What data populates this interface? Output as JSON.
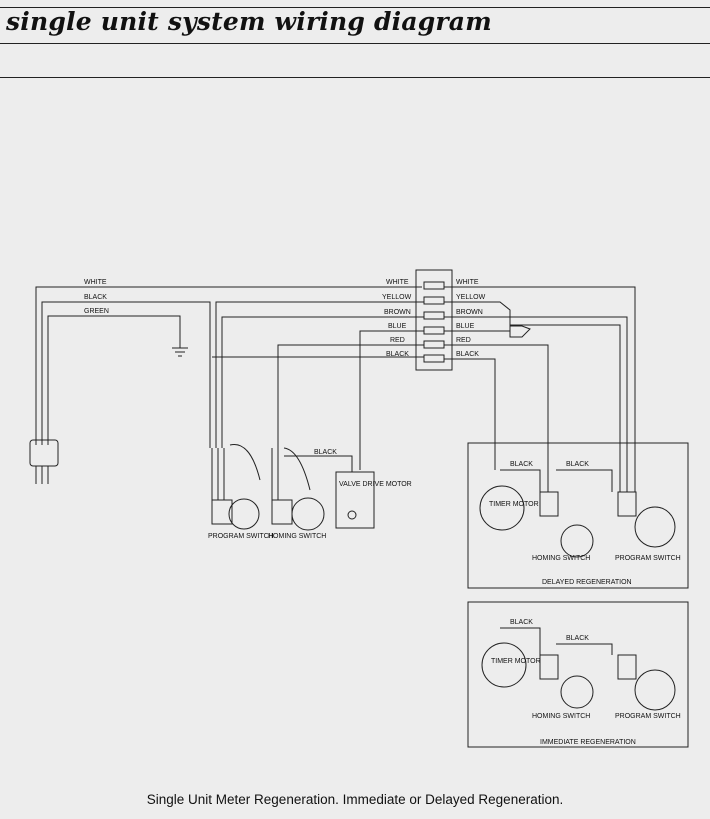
{
  "title": "single unit system wiring diagram",
  "caption": "Single Unit Meter Regeneration. Immediate or Delayed Regeneration.",
  "wire_labels": {
    "white": "WHITE",
    "black": "BLACK",
    "green": "GREEN",
    "yellow": "YELLOW",
    "brown": "BROWN",
    "blue": "BLUE",
    "red": "RED"
  },
  "components": {
    "program_switch": "PROGRAM SWITCH",
    "homing_switch": "HOMING SWITCH",
    "valve_drive_motor": "VALVE DRIVE MOTOR",
    "timer_motor": "TIMER MOTOR"
  },
  "panels": {
    "delayed": "DELAYED REGENERATION",
    "immediate": "IMMEDIATE REGENERATION"
  }
}
